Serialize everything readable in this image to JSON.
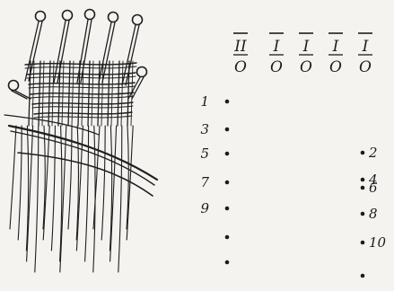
{
  "peg_columns": [
    {
      "top": "II",
      "bottom": "O"
    },
    {
      "top": "I",
      "bottom": "O"
    },
    {
      "top": "I",
      "bottom": "O"
    },
    {
      "top": "I",
      "bottom": "O"
    },
    {
      "top": "I",
      "bottom": "O"
    }
  ],
  "left_numbers": [
    "1",
    "3",
    "5",
    "7",
    "9",
    "",
    ""
  ],
  "right_numbers": [
    "2",
    "4",
    "6",
    "8",
    "10",
    ""
  ]
}
